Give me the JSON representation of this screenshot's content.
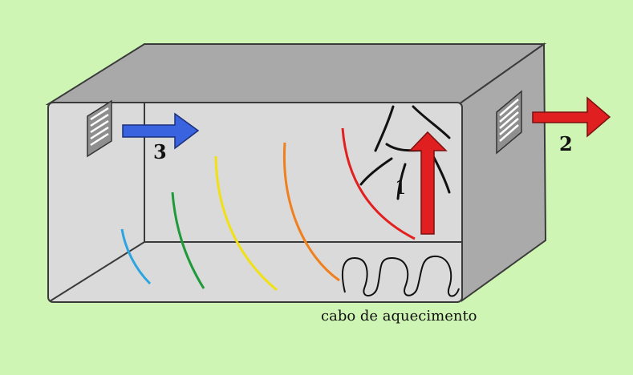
{
  "diagram": {
    "caption": "cabo de aquecimento",
    "markers": {
      "one": "1",
      "two": "2",
      "three": "3"
    }
  },
  "colors": {
    "background": "#cff5b5",
    "box_top": "#a9a9a9",
    "box_side": "#aaaaaa",
    "box_interior": "#dadada",
    "outline": "#3a3a3a",
    "red_arrow": "#e02020",
    "blue_arrow": "#3a63e0",
    "airflow_lines": [
      "#2aa5e0",
      "#1f9a3a",
      "#f1e012",
      "#f07f1e",
      "#e22020"
    ],
    "heating_cable": "#111111",
    "hot_air_marks": "#111111"
  },
  "icons": {
    "left_vent": "vent-grille-icon",
    "right_vent": "vent-grille-icon"
  }
}
